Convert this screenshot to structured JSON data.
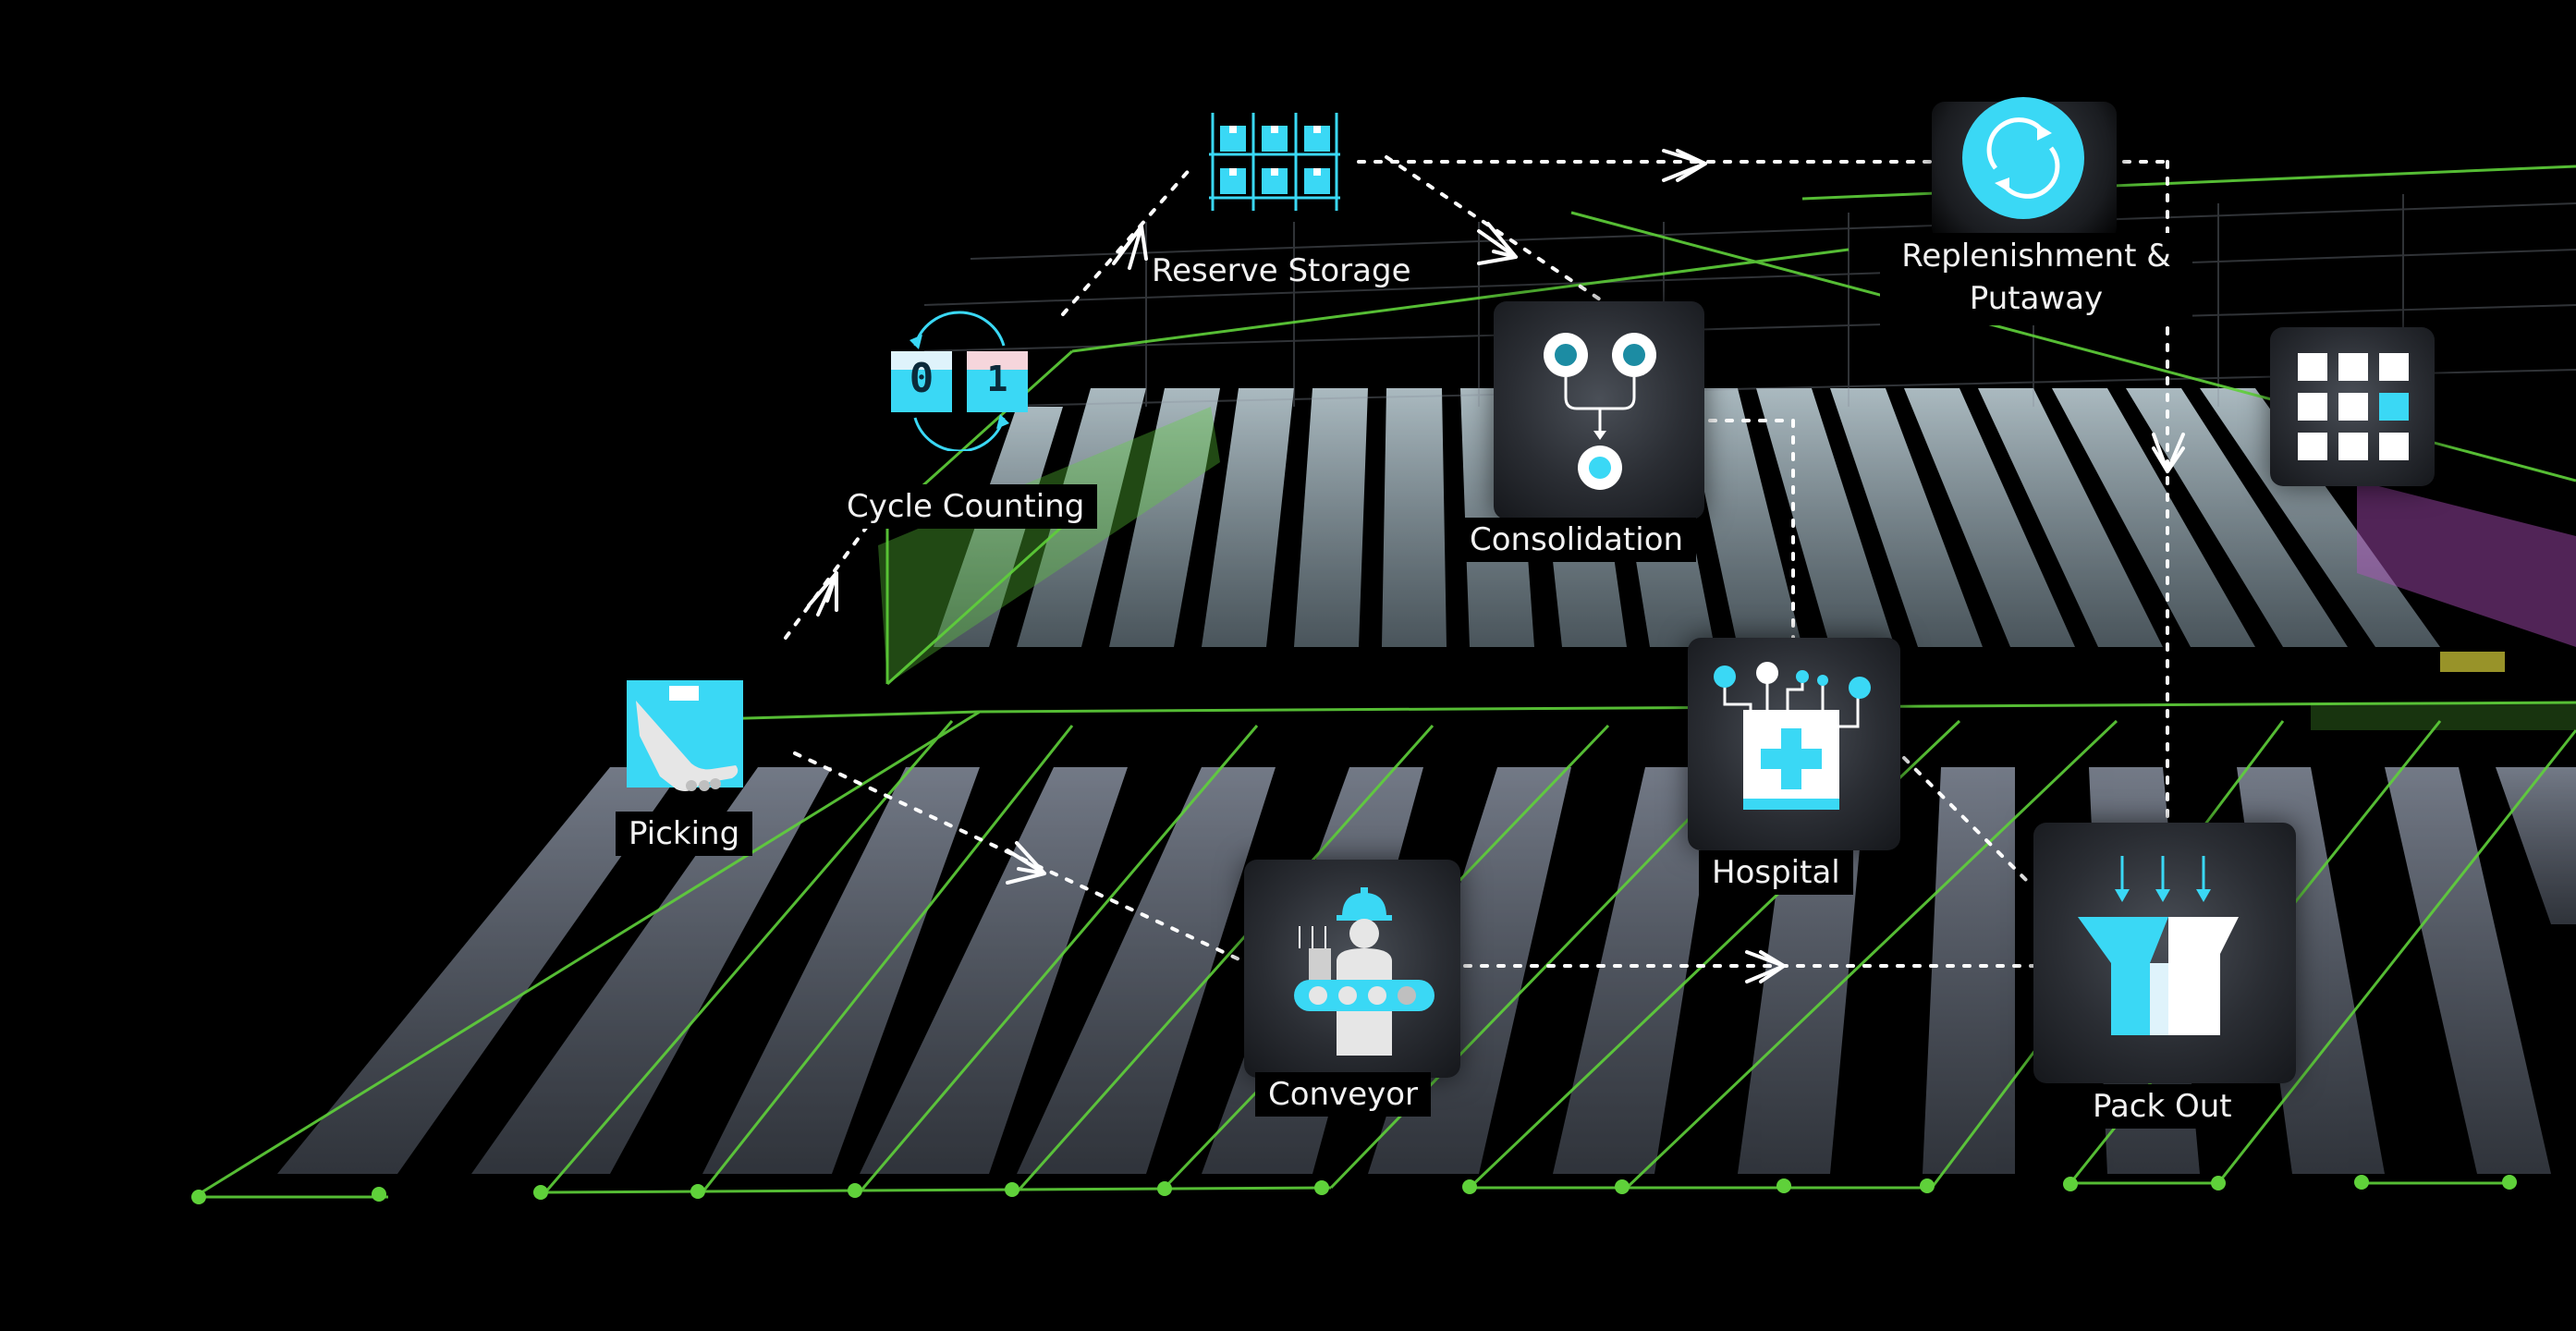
{
  "colors": {
    "accent": "#3ad8f5",
    "wireframe_green": "#5fd13a",
    "rack_grey": "#a7b3c7",
    "rack_light": "#cfe6f2",
    "magenta": "#b44fc0",
    "background": "#000000"
  },
  "nodes": {
    "reserve_storage": {
      "label": "Reserve Storage",
      "icon": "storage-rack-icon"
    },
    "replenishment": {
      "label": "Replenishment & Putaway",
      "icon": "refresh-cycle-icon"
    },
    "cycle_counting": {
      "label": "Cycle Counting",
      "icon": "counter-flip-icon",
      "digits": [
        "0",
        "1"
      ]
    },
    "consolidation": {
      "label": "Consolidation",
      "icon": "merge-nodes-icon"
    },
    "grid_block": {
      "icon": "grid-blocks-icon"
    },
    "picking": {
      "label": "Picking",
      "icon": "hand-box-icon"
    },
    "hospital": {
      "label": "Hospital",
      "icon": "medical-kit-icon"
    },
    "conveyor": {
      "label": "Conveyor",
      "icon": "worker-conveyor-icon"
    },
    "pack_out": {
      "label": "Pack Out",
      "icon": "funnel-pack-icon"
    }
  }
}
